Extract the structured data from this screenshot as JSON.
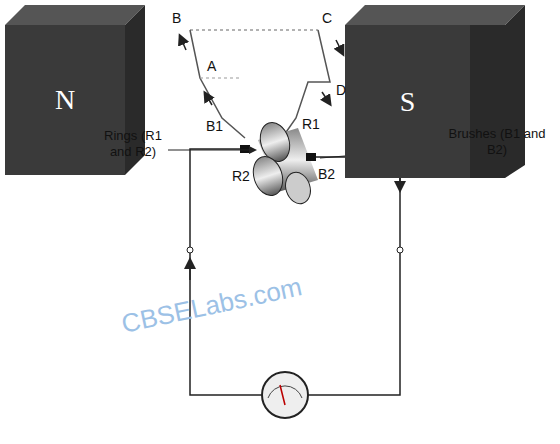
{
  "diagram": {
    "nodes": [
      {
        "text": [
          "N"
        ]
      },
      {
        "text": [
          "S"
        ]
      }
    ],
    "labels": [
      "B",
      "C",
      "A",
      "D",
      "B1",
      "R1",
      "Rings (R1 and R2)",
      "R2",
      "B2",
      "Brushes (B1 and B2)",
      "CBSELabs.com"
    ]
  }
}
